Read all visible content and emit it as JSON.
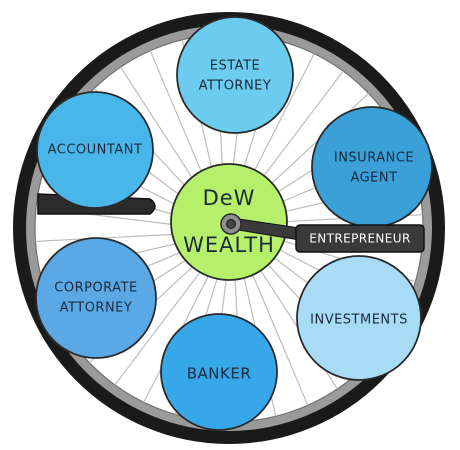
{
  "hub": {
    "line1": "DeW",
    "line2": "WEALTH",
    "color": "#b6f06a"
  },
  "entrepreneur_tag": "ENTREPRENEUR",
  "nodes": [
    {
      "id": "estate-attorney",
      "lines": [
        "ESTATE",
        "ATTORNEY"
      ],
      "color": "#6cccf0"
    },
    {
      "id": "accountant",
      "lines": [
        "ACCOUNTANT"
      ],
      "color": "#49b6ea"
    },
    {
      "id": "insurance-agent",
      "lines": [
        "INSURANCE",
        "AGENT"
      ],
      "color": "#3b9fd8"
    },
    {
      "id": "corporate-attorney",
      "lines": [
        "CORPORATE",
        "ATTORNEY"
      ],
      "color": "#5aa9e6"
    },
    {
      "id": "investments",
      "lines": [
        "INVESTMENTS"
      ],
      "color": "#a8dcf6"
    },
    {
      "id": "banker",
      "lines": [
        "BANKER"
      ],
      "color": "#36a7e8"
    }
  ],
  "colors": {
    "tire": "#1a1a1a",
    "rim": "#9a9a9a",
    "spoke": "#bdbdbd",
    "outline": "#2a2a2a",
    "axle": "#555555"
  }
}
